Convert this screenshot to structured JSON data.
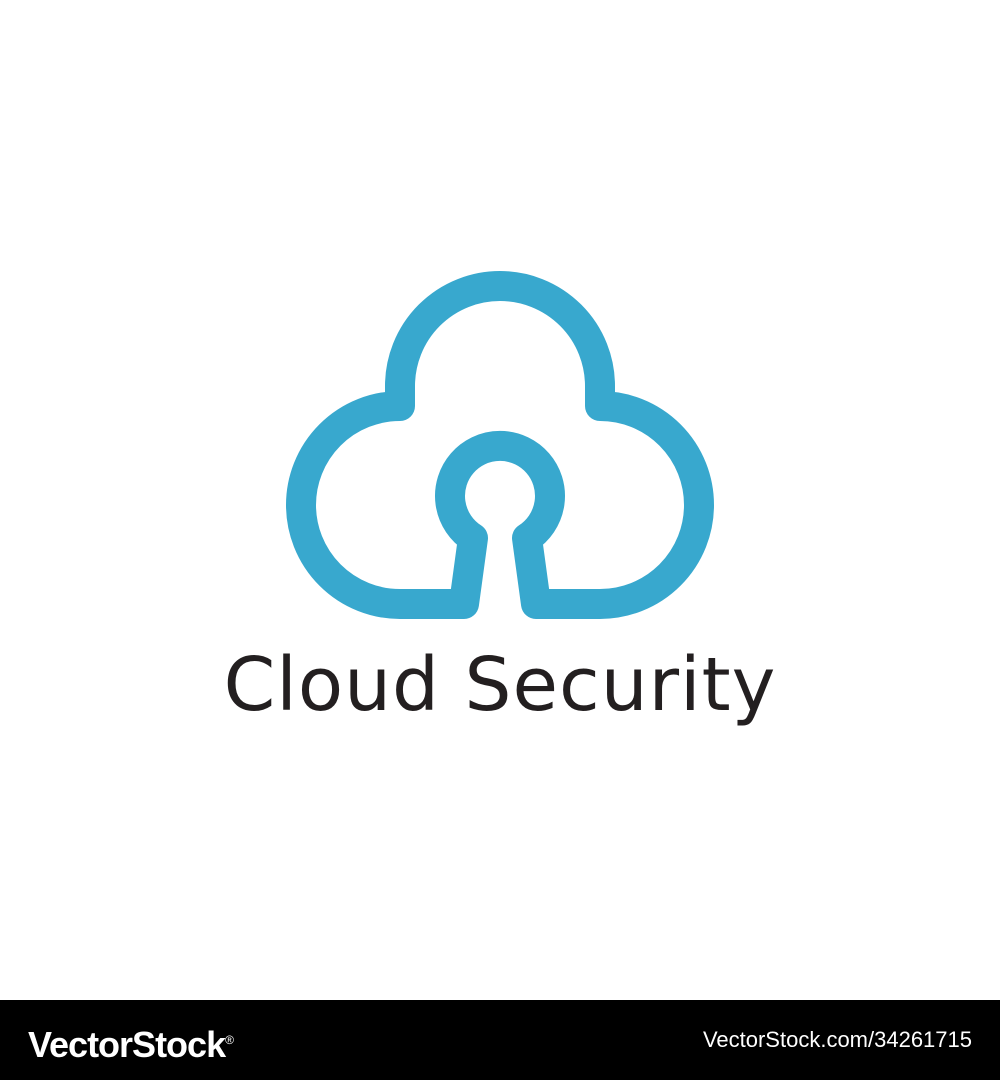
{
  "logo": {
    "icon": "cloud-keyhole-icon",
    "brand_name": "Cloud Security",
    "accent_color": "#38A8CE",
    "text_color": "#231F20"
  },
  "footer": {
    "logo_text": "VectorStock",
    "logo_mark": "®",
    "image_id": "VectorStock.com/34261715",
    "background_color": "#000000",
    "text_color": "#FFFFFF"
  }
}
